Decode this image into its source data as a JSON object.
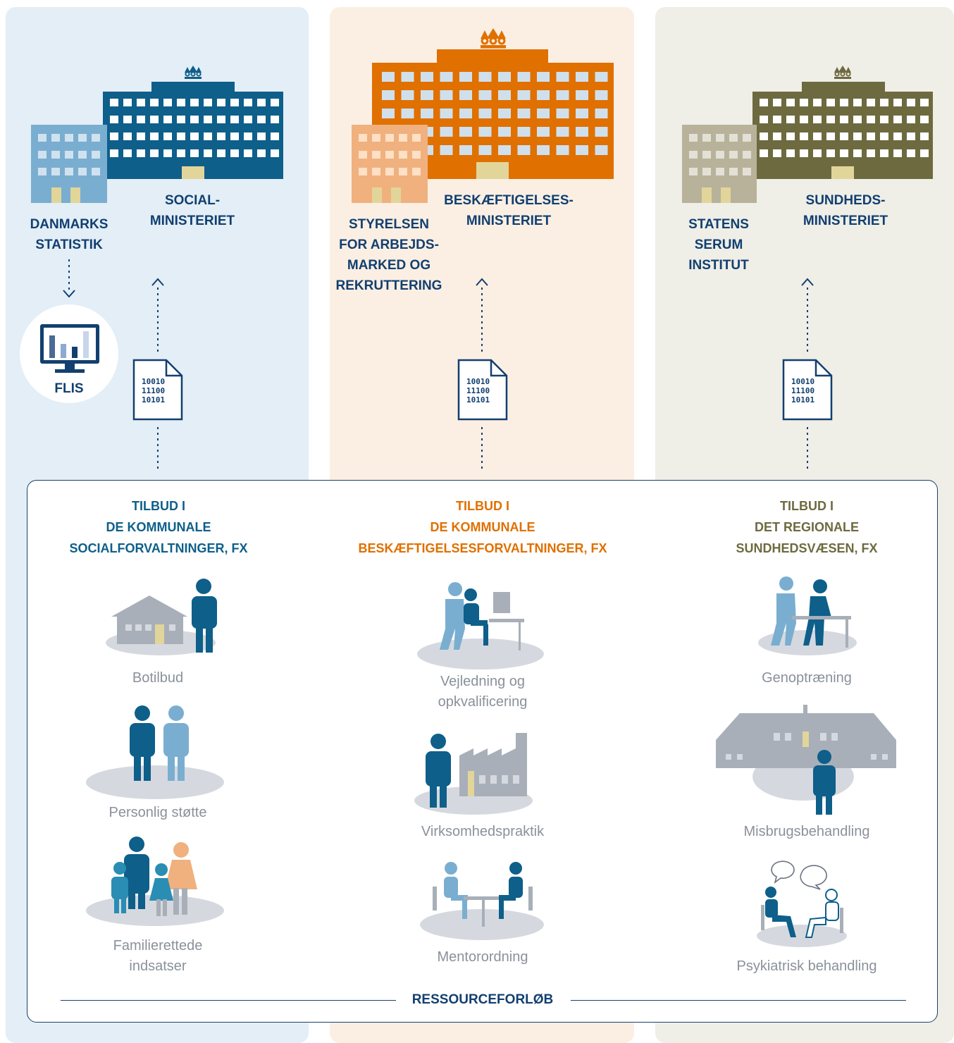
{
  "columns": [
    {
      "ministry": [
        "SOCIAL-",
        "MINISTERIET"
      ],
      "agency": [
        "DANMARKS",
        "STATISTIK"
      ],
      "system": "FLIS",
      "file_lines": [
        "10010",
        "11100",
        "10101"
      ],
      "offer_heading": [
        "TILBUD I",
        "DE KOMMUNALE",
        "SOCIALFORVALTNINGER, FX"
      ],
      "offers": [
        "Botilbud",
        "Personlig støtte",
        "Familierettede",
        "indsatser"
      ],
      "colors": {
        "main": "#0e5f8a",
        "accent": "#7aaed0",
        "background": "#e3eef6"
      }
    },
    {
      "ministry": [
        "BESKÆFTIGELSES-",
        "MINISTERIET"
      ],
      "agency": [
        "STYRELSEN",
        "FOR ARBEJDS-",
        "MARKED OG",
        "REKRUTTERING"
      ],
      "file_lines": [
        "10010",
        "11100",
        "10101"
      ],
      "offer_heading": [
        "TILBUD I",
        "DE KOMMUNALE",
        "BESKÆFTIGELSESFORVALTNINGER, FX"
      ],
      "offers": [
        "Vejledning og",
        "opkvalificering",
        "Virksomhedspraktik",
        "Mentorordning"
      ],
      "colors": {
        "main": "#e07000",
        "accent": "#f0b17e",
        "background": "#fbefe3"
      }
    },
    {
      "ministry": [
        "SUNDHEDS-",
        "MINISTERIET"
      ],
      "agency": [
        "STATENS",
        "SERUM",
        "INSTITUT"
      ],
      "file_lines": [
        "10010",
        "11100",
        "10101"
      ],
      "offer_heading": [
        "TILBUD I",
        "DET REGIONALE",
        "SUNDHEDSVÆSEN, FX"
      ],
      "offers": [
        "Genoptræning",
        "Misbrugsbehandling",
        "Psykiatrisk behandling"
      ],
      "colors": {
        "main": "#6e6a40",
        "accent": "#b8b29a",
        "background": "#efeee7"
      }
    }
  ],
  "footer": "RESSOURCEFORLØB",
  "icons": {
    "crown": "crown-icon",
    "ministry_building": "ministry-building-icon",
    "agency_building": "agency-building-icon",
    "data_file": "data-file-icon",
    "monitor": "monitor-chart-icon"
  }
}
